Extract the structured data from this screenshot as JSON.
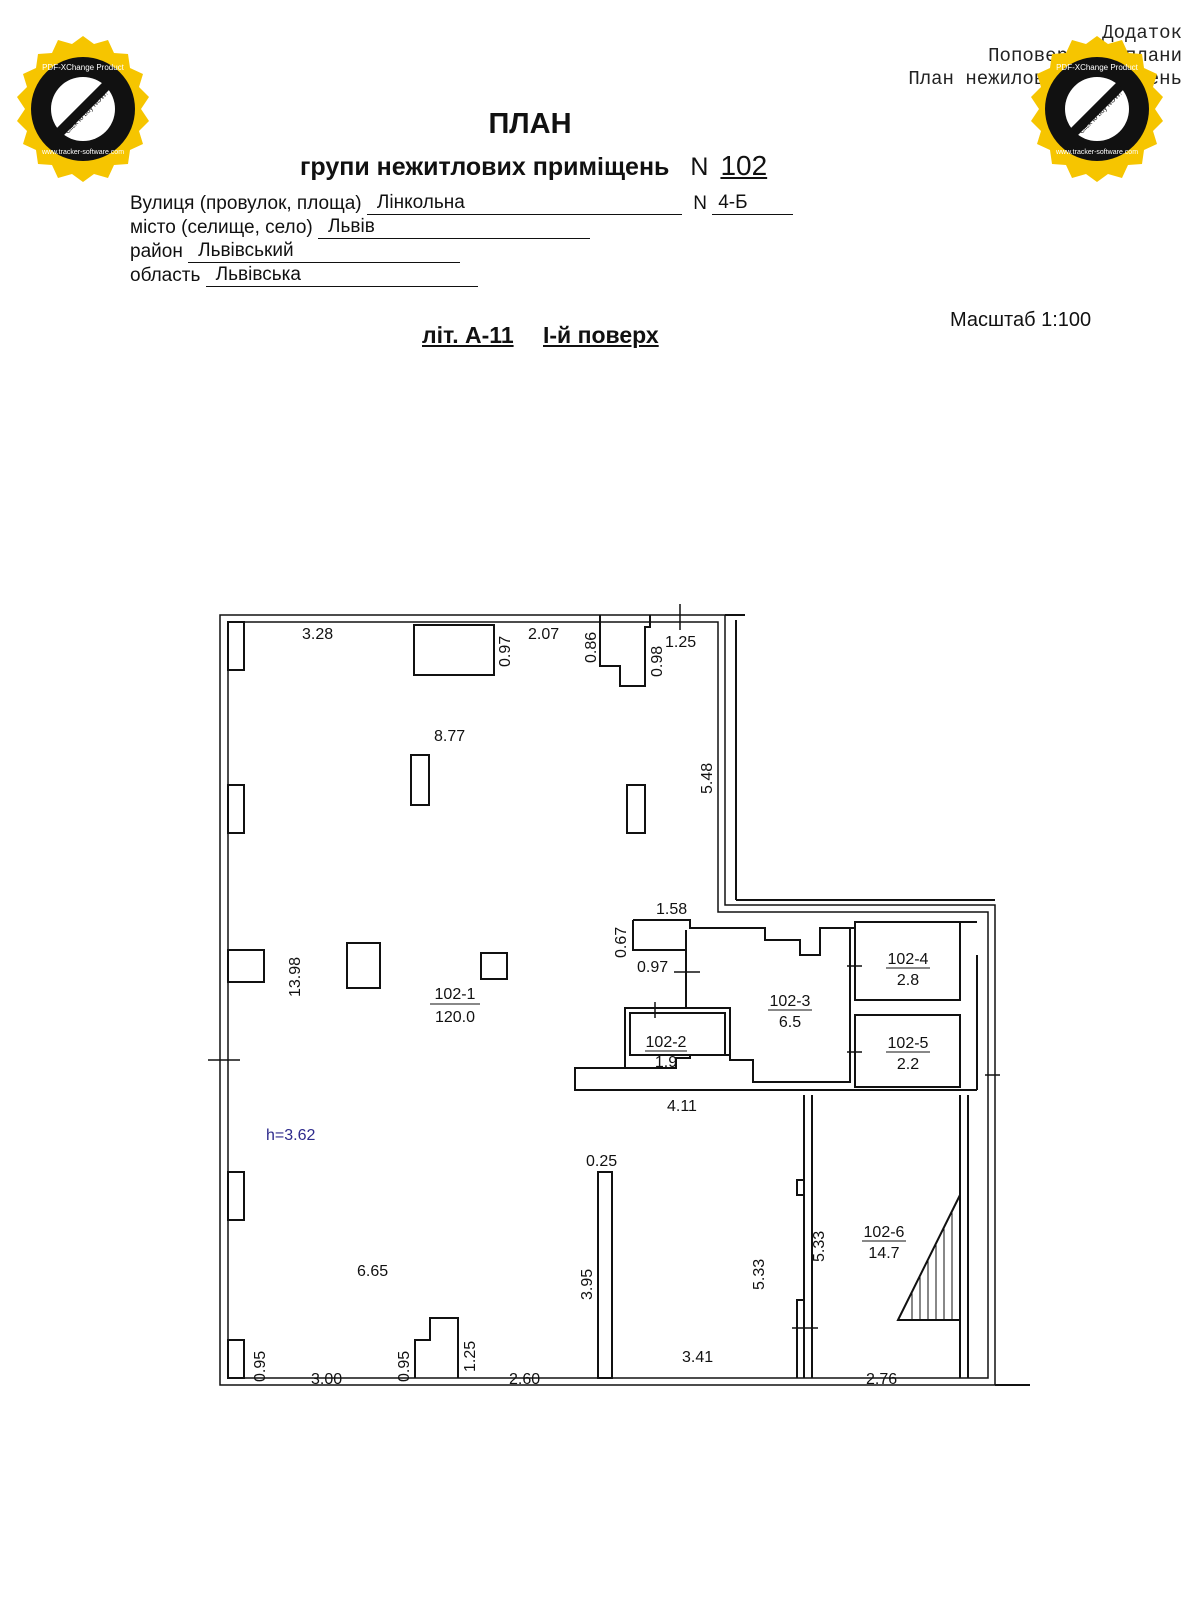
{
  "appendix": {
    "line1": "Додаток",
    "line2": "Поповерхові плани",
    "line3": "План нежилових приміщень"
  },
  "title": "ПЛАН",
  "subtitle": "групи нежитлових приміщень",
  "group": {
    "label": "N",
    "value": "102"
  },
  "address": {
    "street_label": "Вулиця (провулок, площа)",
    "street_value": "Лінкольна",
    "number_label": "N",
    "number_value": "4-Б",
    "city_label": "місто (селище, село)",
    "city_value": "Львів",
    "district_label": "район",
    "district_value": "Львівський",
    "region_label": "область",
    "region_value": "Львівська"
  },
  "section": {
    "letter": "літ. А-11",
    "floor": "І-й поверх"
  },
  "scale": "Масштаб 1:100",
  "stamp": {
    "brand": "PDF-XChange Product",
    "cta": "Click to buy NOW!",
    "site": "www.tracker-software.com"
  },
  "plan": {
    "height_label": "h=3.62",
    "rooms": [
      {
        "id": "102-1",
        "area": "120.0"
      },
      {
        "id": "102-2",
        "area": "1.9"
      },
      {
        "id": "102-3",
        "area": "6.5"
      },
      {
        "id": "102-4",
        "area": "2.8"
      },
      {
        "id": "102-5",
        "area": "2.2"
      },
      {
        "id": "102-6",
        "area": "14.7"
      }
    ],
    "dimensions": {
      "top_left": "3.28",
      "top_mid": "2.07",
      "top_right": "1.25",
      "v_097": "0.97",
      "v_086": "0.86",
      "v_098": "0.98",
      "inner_877": "8.77",
      "right_548": "5.48",
      "d_158": "1.58",
      "d_067": "0.67",
      "d_097b": "0.97",
      "left_1398": "13.98",
      "d_411": "4.11",
      "d_025": "0.25",
      "d_665": "6.65",
      "d_395": "3.95",
      "d_533a": "5.33",
      "d_533b": "5.33",
      "bottom_095a": "0.95",
      "bottom_300": "3.00",
      "bottom_095b": "0.95",
      "bottom_125": "1.25",
      "bottom_260": "2.60",
      "bottom_341": "3.41",
      "bottom_276": "2.76"
    }
  }
}
